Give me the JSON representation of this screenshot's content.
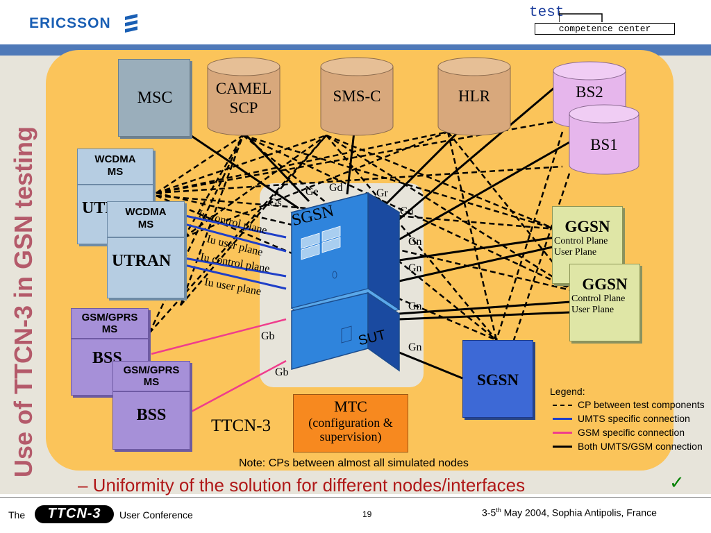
{
  "header": {
    "company": "ERICSSON",
    "test_label": "test",
    "test_sub": "competence center"
  },
  "side_title": "Use of TTCN-3 in GSN testing",
  "nodes": {
    "msc": "MSC",
    "camel_line1": "CAMEL",
    "camel_line2": "SCP",
    "smsc": "SMS-C",
    "hlr": "HLR",
    "bs2": "BS2",
    "bs1": "BS1",
    "wcdma1_line1": "WCDMA",
    "wcdma1_line2": "MS",
    "utran1": "UTRAN",
    "wcdma2_line1": "WCDMA",
    "wcdma2_line2": "MS",
    "utran2": "UTRAN",
    "gsm1_line1": "GSM/GPRS",
    "gsm1_line2": "MS",
    "bss1": "BSS",
    "gsm2_line1": "GSM/GPRS",
    "gsm2_line2": "MS",
    "bss2": "BSS",
    "ggsn1": "GGSN",
    "ggsn1_cp": "Control Plane",
    "ggsn1_up": "User Plane",
    "ggsn2": "GGSN",
    "ggsn2_cp": "Control Plane",
    "ggsn2_up": "User Plane",
    "sgsn_right": "SGSN",
    "sgsn_sut": "SGSN",
    "sut": "SUT",
    "mtc_line1": "MTC",
    "mtc_line2": "(configuration &",
    "mtc_line3": "supervision)",
    "ttcn3": "TTCN-3"
  },
  "interfaces": {
    "ge": "Ge",
    "gd": "Gd",
    "gs": "Gs",
    "gr": "Gr",
    "gn1": "Gn",
    "gn2": "Gn",
    "gn3": "Gn",
    "gn4": "Gn",
    "gn5": "Gn",
    "gb1": "Gb",
    "gb2": "Gb",
    "iu_cp1": "Iu control plane",
    "iu_up1": "Iu user plane",
    "iu_cp2": "Iu control plane",
    "iu_up2": "Iu user plane"
  },
  "legend": {
    "title": "Legend:",
    "items": [
      {
        "label": "CP between test components",
        "color": "#000000",
        "style": "dashed"
      },
      {
        "label": "UMTS specific connection",
        "color": "#1f3fc8",
        "style": "solid"
      },
      {
        "label": "GSM specific connection",
        "color": "#ef3d8c",
        "style": "solid"
      },
      {
        "label": "Both UMTS/GSM connection",
        "color": "#000000",
        "style": "solid"
      }
    ]
  },
  "note": "Note: CPs between almost all simulated nodes",
  "bullet": "– Uniformity of the solution for different nodes/interfaces",
  "check": "✓",
  "footer": {
    "the": "The",
    "logo": "TTCN-3",
    "conference": "User Conference",
    "page": "19",
    "date_pre": "3-5",
    "date_sup": "th",
    "date_post": " May 2004, Sophia Antipolis, France"
  },
  "colors": {
    "panel": "#fbc45a",
    "band": "#4f79b8",
    "title": "#b45a6a",
    "bullet": "#b01818"
  }
}
